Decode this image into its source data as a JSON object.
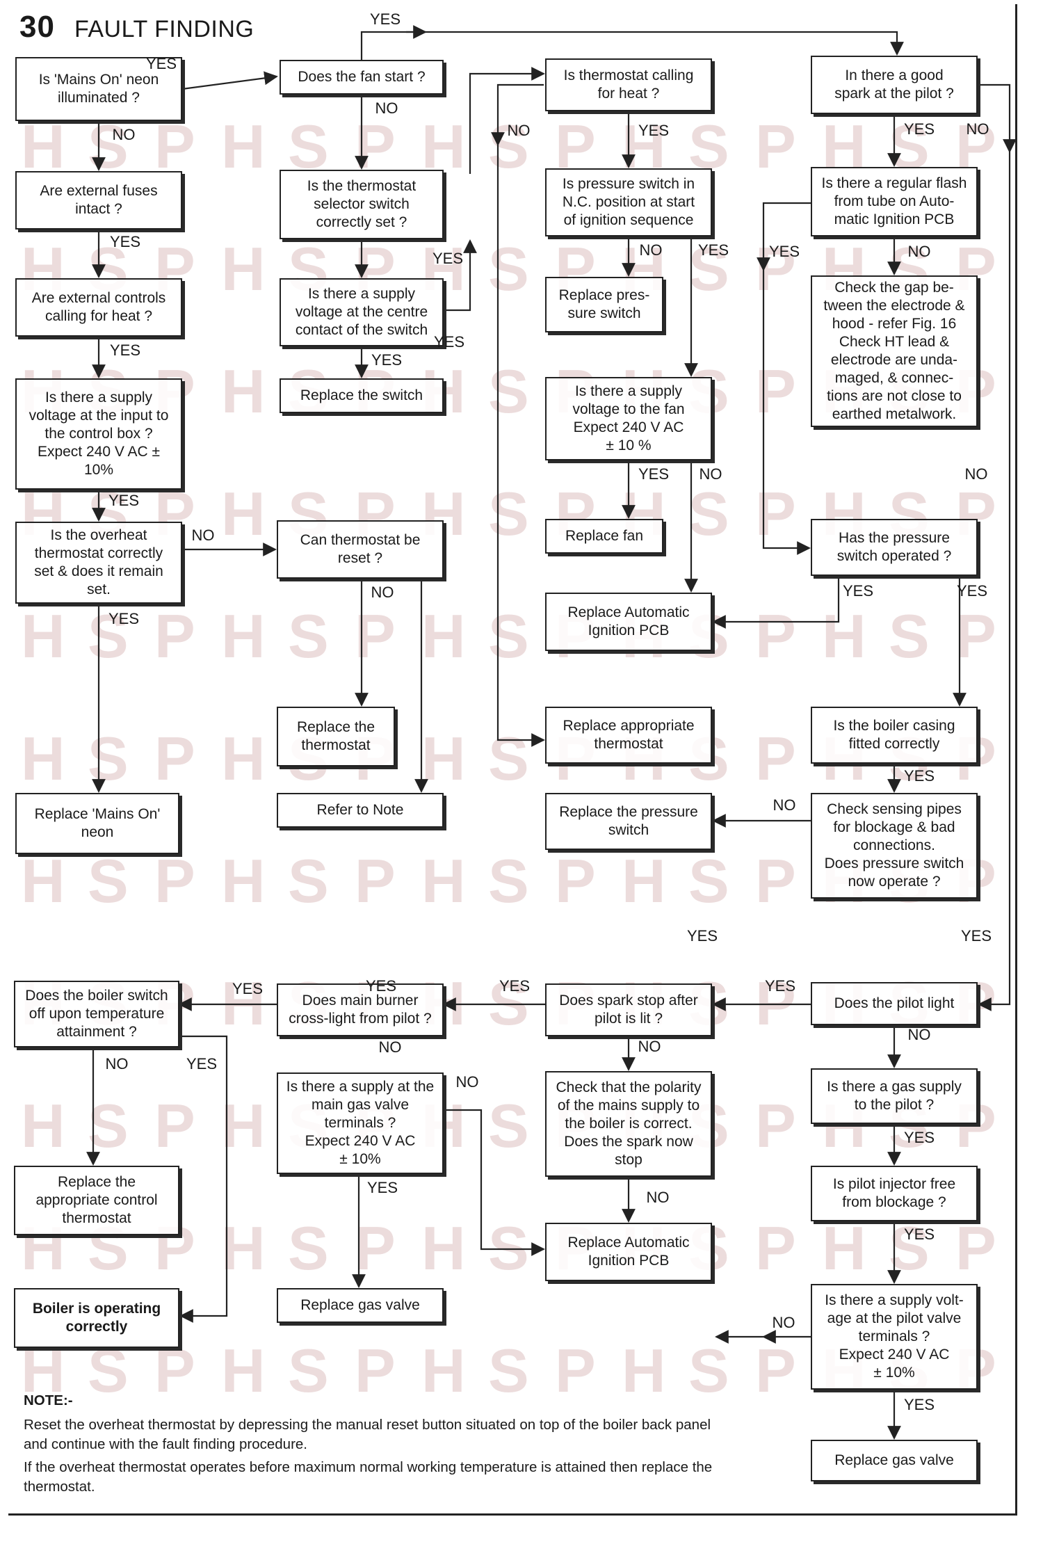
{
  "header": {
    "section_number": "30",
    "title": "FAULT FINDING"
  },
  "nodes": [
    {
      "id": "mains-on",
      "text": "Is 'Mains On' neon\nilluminated ?"
    },
    {
      "id": "ext-fuses",
      "text": "Are external fuses\nintact ?"
    },
    {
      "id": "ext-controls",
      "text": "Are external controls\ncalling for heat ?"
    },
    {
      "id": "supply-control-box",
      "text": "Is there a supply\nvoltage at the input to\nthe control box ?\nExpect 240 V AC ±\n10%"
    },
    {
      "id": "overheat",
      "text": "Is the overheat\nthermostat correctly\nset & does it remain\nset."
    },
    {
      "id": "replace-mains-on",
      "text": "Replace 'Mains On'\nneon"
    },
    {
      "id": "fan-start",
      "text": "Does the fan start ?"
    },
    {
      "id": "selector-switch",
      "text": "Is the thermostat\nselector switch\ncorrectly set ?"
    },
    {
      "id": "supply-centre",
      "text": "Is there a supply\nvoltage at the centre\ncontact  of the switch"
    },
    {
      "id": "replace-switch",
      "text": "Replace the switch"
    },
    {
      "id": "thermostat-reset",
      "text": "Can thermostat be\nreset ?"
    },
    {
      "id": "replace-thermostat",
      "text": "Replace the\nthermostat"
    },
    {
      "id": "refer-note",
      "text": "Refer to Note"
    },
    {
      "id": "thermostat-calling",
      "text": "Is thermostat calling\nfor heat ?"
    },
    {
      "id": "pressure-nc",
      "text": "Is pressure switch in\nN.C. position at start\nof ignition sequence"
    },
    {
      "id": "replace-pressure-a",
      "text": "Replace pres-\nsure switch"
    },
    {
      "id": "supply-fan",
      "text": "Is there a supply\nvoltage to the fan\nExpect 240 V AC\n± 10 %"
    },
    {
      "id": "replace-fan",
      "text": "Replace fan"
    },
    {
      "id": "replace-pcb-a",
      "text": "Replace Automatic\nIgnition PCB"
    },
    {
      "id": "replace-approp-thermostat",
      "text": "Replace appropriate\nthermostat"
    },
    {
      "id": "replace-pressure-b",
      "text": "Replace the pressure\nswitch"
    },
    {
      "id": "good-spark",
      "text": "In there a good\nspark at the pilot ?"
    },
    {
      "id": "regular-flash",
      "text": "Is there a regular flash\nfrom tube on Auto-\nmatic Ignition PCB"
    },
    {
      "id": "check-gap",
      "text": "Check the gap be-\ntween the electrode &\nhood - refer Fig. 16\nCheck HT lead &\nelectrode are unda-\nmaged, & connec-\ntions are not close to\nearthed metalwork."
    },
    {
      "id": "pressure-operated",
      "text": "Has the pressure\nswitch operated ?"
    },
    {
      "id": "boiler-casing",
      "text": "Is the boiler casing\nfitted correctly"
    },
    {
      "id": "sensing-pipes",
      "text": "Check sensing pipes\nfor blockage & bad\nconnections.\nDoes pressure switch\nnow operate ?"
    },
    {
      "id": "boiler-switch-off",
      "text": "Does the boiler switch\noff upon temperature\nattainment ?"
    },
    {
      "id": "replace-control-thermostat",
      "text": "Replace the\nappropriate control\nthermostat"
    },
    {
      "id": "boiler-operating",
      "text": "Boiler is operating\ncorrectly"
    },
    {
      "id": "main-burner",
      "text": "Does main burner\ncross-light from pilot ?"
    },
    {
      "id": "supply-gas-valve",
      "text": "Is there a supply at the\nmain gas valve\nterminals ?\nExpect 240 V AC\n± 10%"
    },
    {
      "id": "replace-gas-valve-a",
      "text": "Replace gas valve"
    },
    {
      "id": "spark-stop",
      "text": "Does spark stop after\npilot is lit ?"
    },
    {
      "id": "polarity",
      "text": "Check that the polarity\nof the mains supply to\nthe boiler is correct.\nDoes the spark now\nstop"
    },
    {
      "id": "replace-pcb-b",
      "text": "Replace Automatic\nIgnition PCB"
    },
    {
      "id": "pilot-light",
      "text": "Does the pilot light"
    },
    {
      "id": "gas-supply-pilot",
      "text": "Is there a gas supply\nto the pilot ?"
    },
    {
      "id": "pilot-injector",
      "text": "Is pilot injector free\nfrom blockage ?"
    },
    {
      "id": "supply-pilot-valve",
      "text": "Is there a supply volt-\nage at the pilot valve\nterminals ?\nExpect 240 V AC\n± 10%"
    },
    {
      "id": "replace-gas-valve-b",
      "text": "Replace gas valve"
    }
  ],
  "branch_labels": [
    "YES",
    "NO",
    "YES",
    "YES",
    "YES",
    "YES",
    "NO",
    "YES",
    "YES",
    "NO",
    "YES",
    "YES",
    "NO",
    "NO",
    "YES",
    "NO",
    "YES",
    "YES",
    "NO",
    "YES",
    "NO",
    "YES",
    "NO",
    "NO",
    "YES",
    "YES",
    "YES",
    "NO",
    "YES",
    "YES",
    "NO",
    "YES",
    "YES",
    "NO",
    "YES",
    "NO",
    "NO",
    "NO",
    "YES",
    "YES",
    "YES",
    "YES",
    "NO",
    "YES",
    "NO",
    "YES"
  ],
  "note": {
    "heading": "NOTE:-",
    "paragraphs": [
      "Reset the overheat thermostat by depressing the manual reset button situated on top of the boiler back panel and continue with the fault finding procedure.",
      "If the overheat thermostat operates before maximum normal working temperature is attained then replace the thermostat."
    ]
  },
  "watermark_letters": [
    "H",
    "S",
    "P"
  ]
}
